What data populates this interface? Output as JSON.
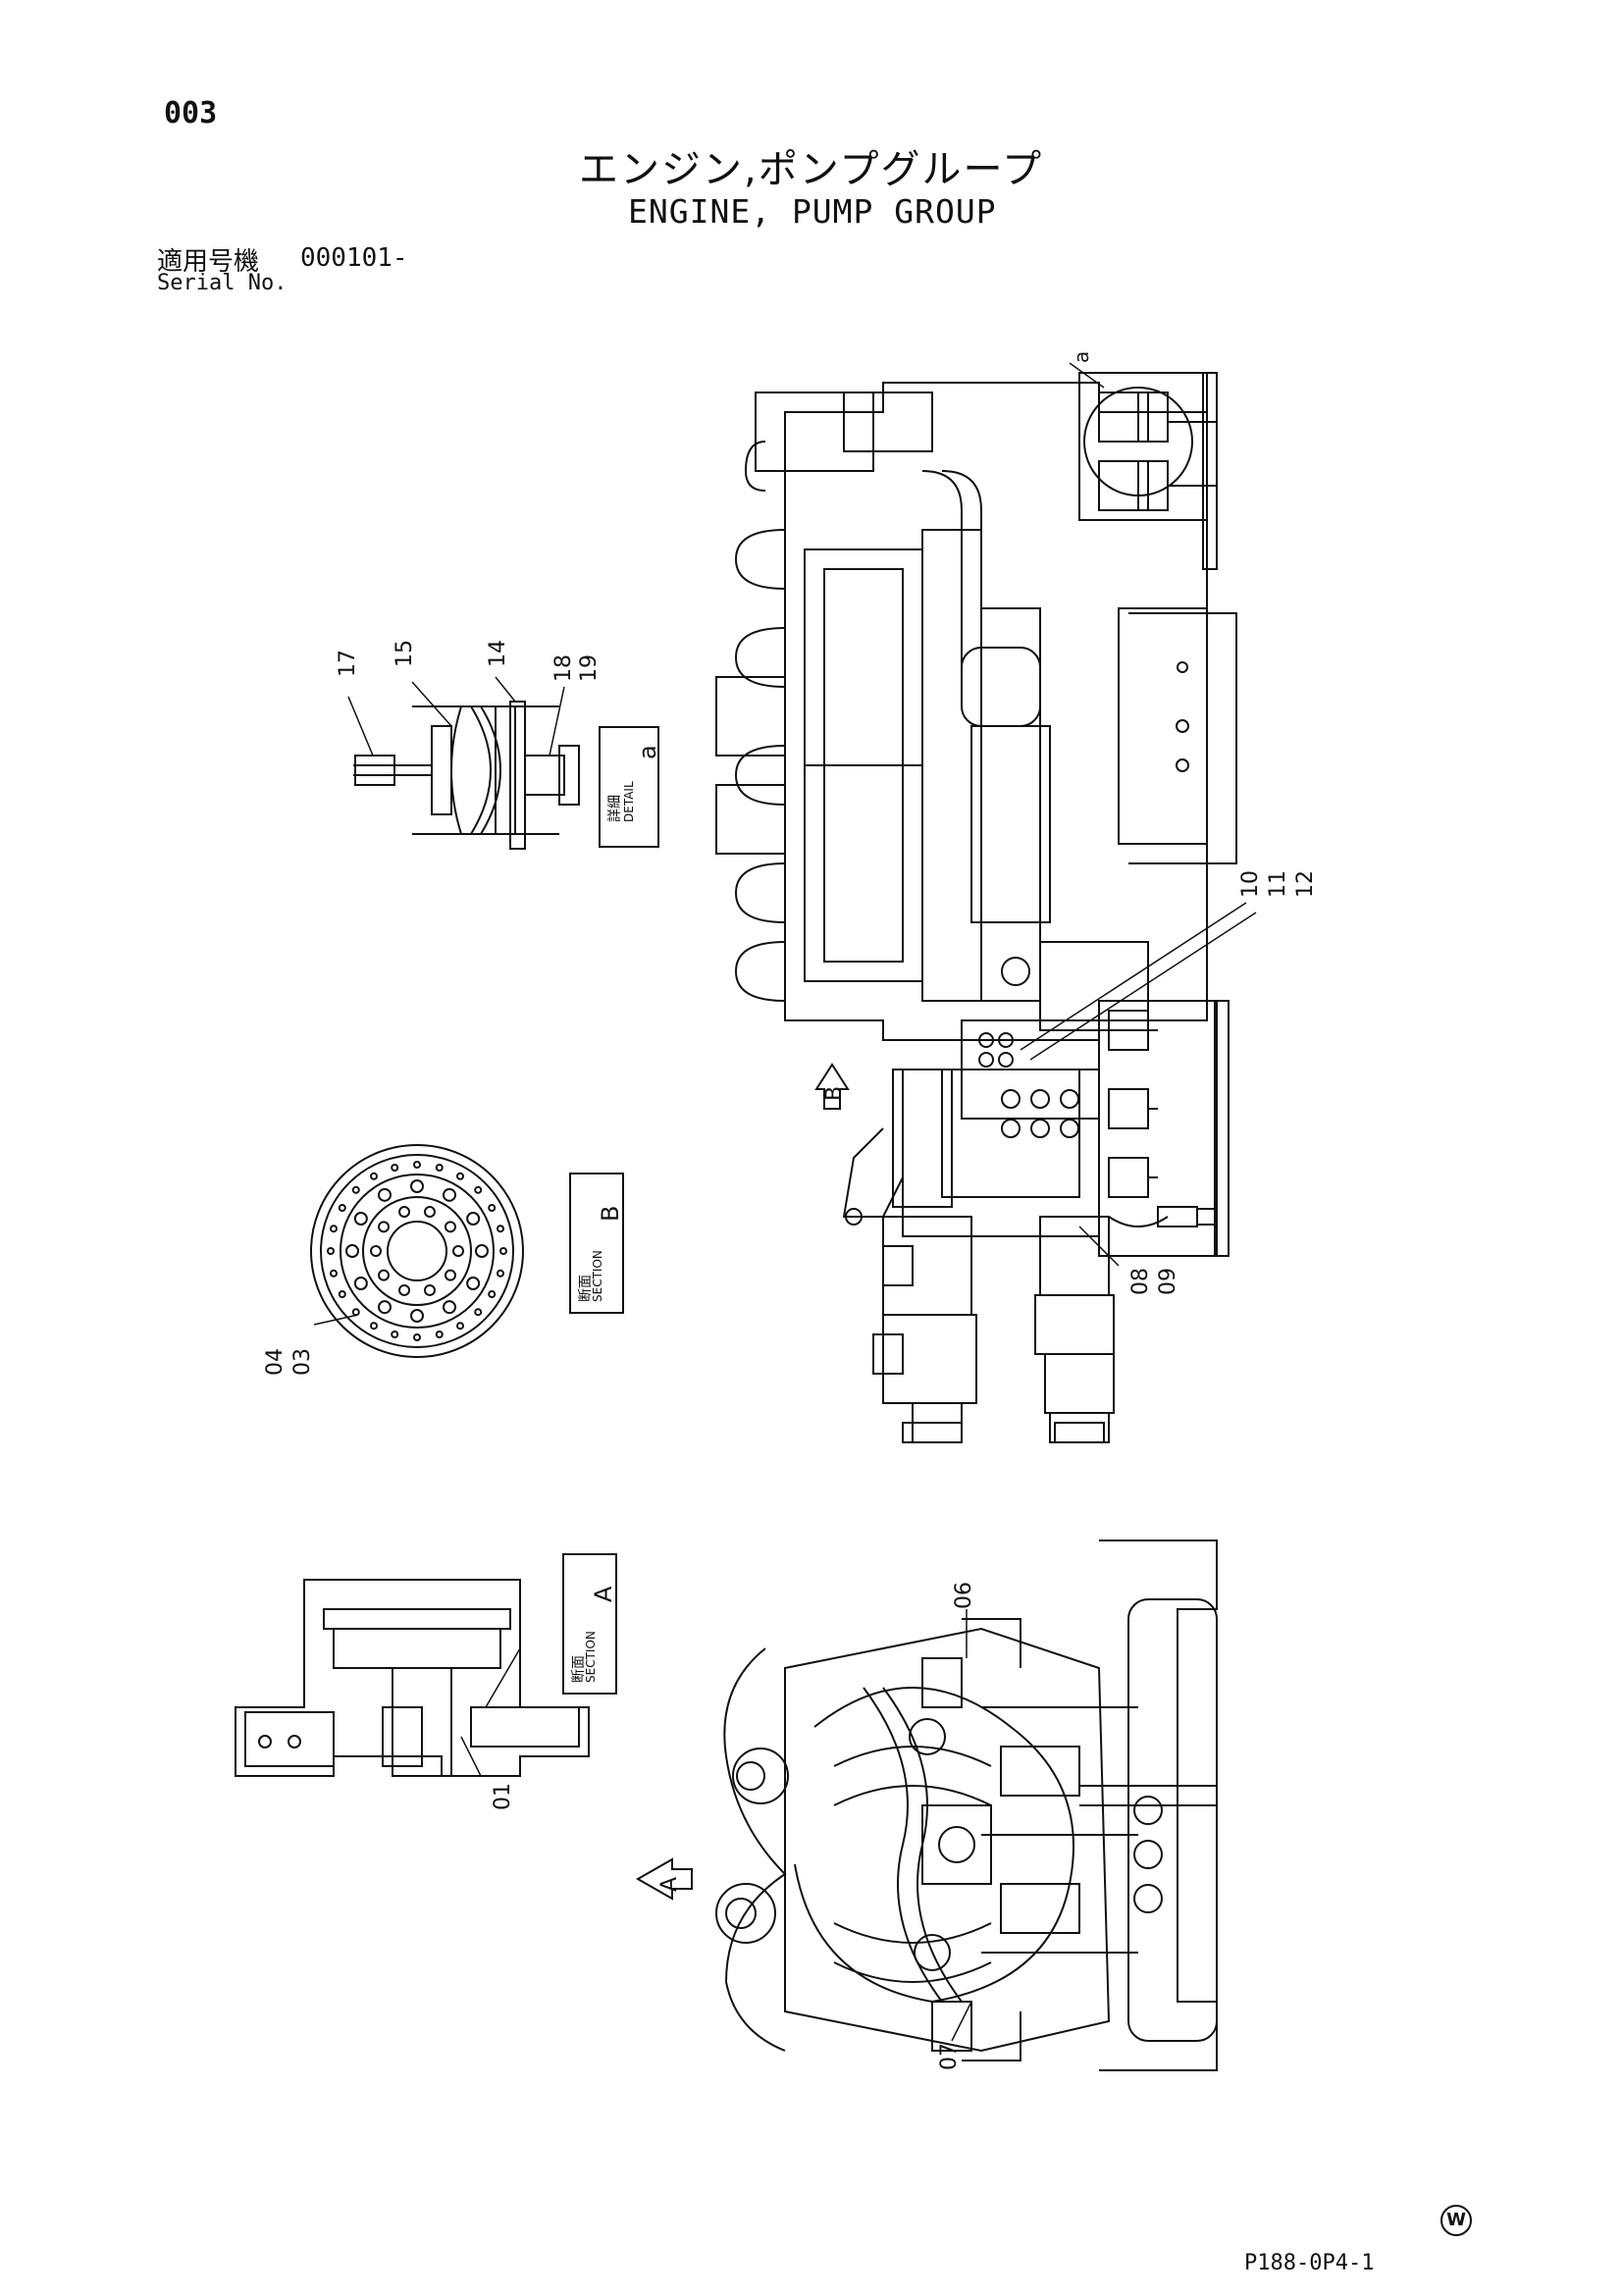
{
  "header": {
    "page_number": "003",
    "title_ja": "エンジン,ポンプグループ",
    "title_en": "ENGINE, PUMP GROUP",
    "serial_label_ja": "適用号機",
    "serial_range": "000101-",
    "serial_label_en": "Serial No."
  },
  "views": {
    "detail_a": {
      "label_ja": "詳細",
      "label_en": "DETAIL",
      "letter": "a"
    },
    "section_b": {
      "label_ja": "断面",
      "label_en": "SECTION",
      "letter": "B"
    },
    "section_a": {
      "label_ja": "断面",
      "label_en": "SECTION",
      "letter": "A"
    },
    "arrow_b": "B",
    "arrow_a": "A",
    "leader_a": "a"
  },
  "callouts": {
    "c17": "17",
    "c15": "15",
    "c14": "14",
    "c18": "18",
    "c19": "19",
    "c10": "10",
    "c11": "11",
    "c12": "12",
    "c08": "08",
    "c09": "09",
    "c04": "04",
    "c03": "03",
    "c06": "06",
    "c07": "07",
    "c01": "01"
  },
  "footer": {
    "drawing_number": "P188-0P4-1",
    "corner_mark": "W"
  }
}
